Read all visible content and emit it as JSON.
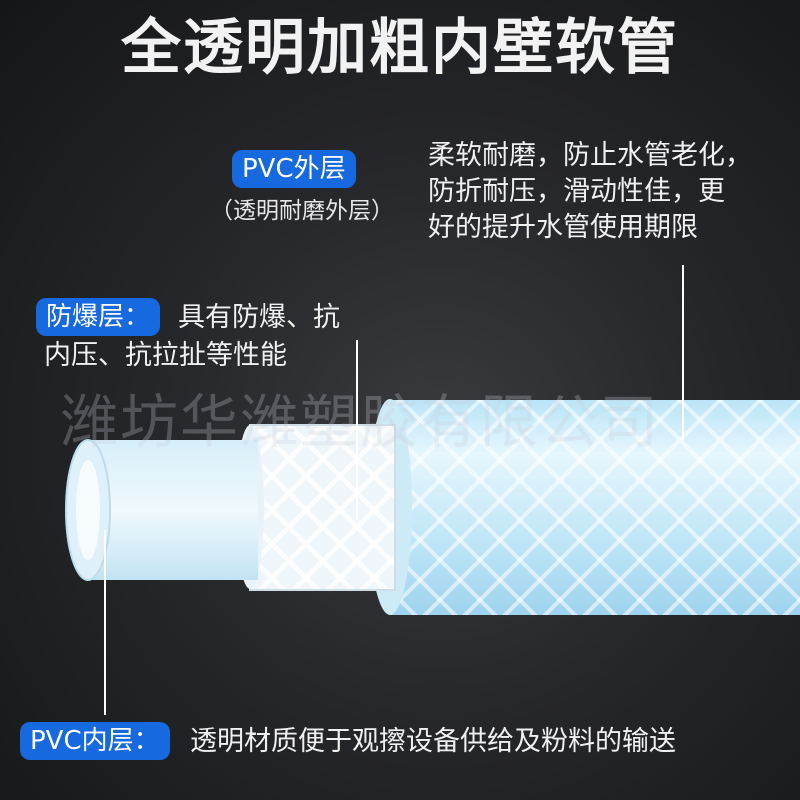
{
  "title": "全透明加粗内壁软管",
  "outer_layer": {
    "tag": "PVC外层",
    "sub": "（透明耐磨外层）",
    "desc": [
      "柔软耐磨，防止水管老化，",
      "防折耐压，滑动性佳，更",
      "好的提升水管使用期限"
    ]
  },
  "explosion_layer": {
    "tag": "防爆层：",
    "desc": [
      "具有防爆、抗",
      "内压、抗拉扯等性能"
    ]
  },
  "inner_layer": {
    "tag": "PVC内层：",
    "desc": "透明材质便于观擦设备供给及粉料的输送"
  },
  "watermark": "潍坊华潍塑胶有限公司",
  "colors": {
    "tag_bg": "#1769e0",
    "background": "#1c1d1f",
    "text": "#f0f0f0"
  }
}
